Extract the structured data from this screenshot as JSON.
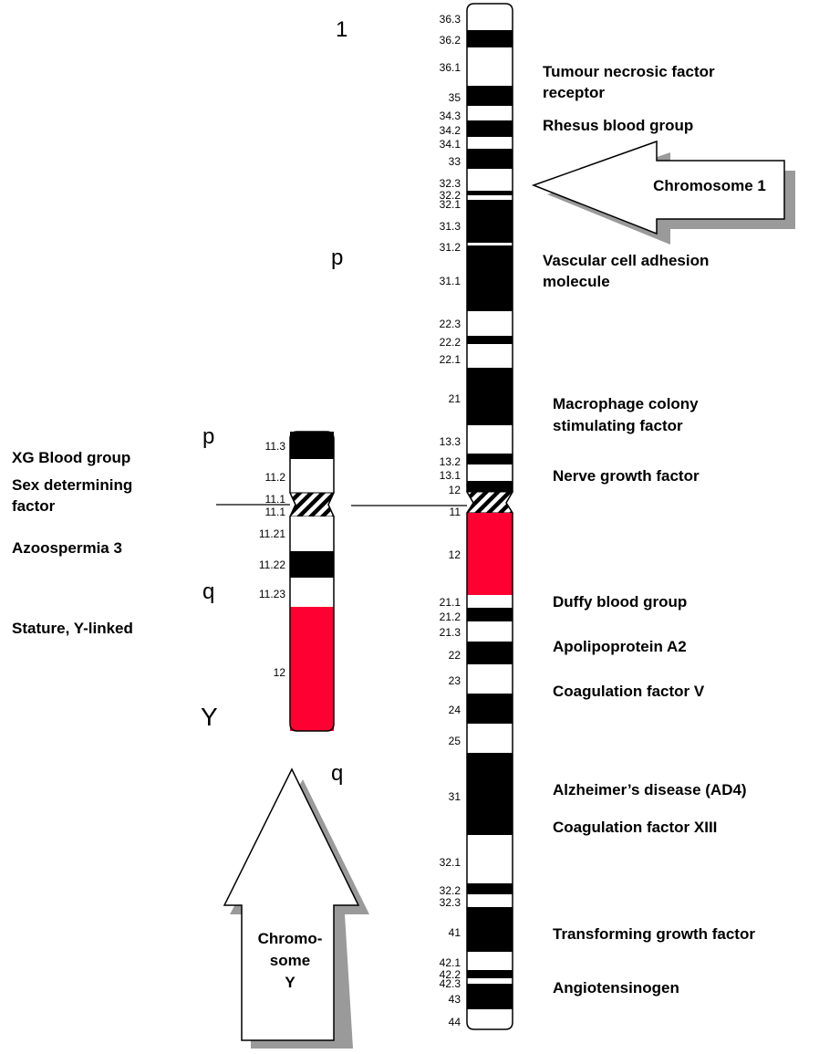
{
  "colors": {
    "dark_band": "#000000",
    "light_band": "#ffffff",
    "red_band": "#ff0033",
    "shadow": "#9a9a9a"
  },
  "chromosome_1": {
    "number_label": "1",
    "p_arm_label": "p",
    "q_arm_label": "q",
    "arrow_label": "Chromosome 1",
    "bands": [
      "36.3",
      "36.2",
      "36.1",
      "35",
      "34.3",
      "34.2",
      "34.1",
      "33",
      "32.3",
      "32.2",
      "32.1",
      "31.3",
      "31.2",
      "31.1",
      "22.3",
      "22.2",
      "22.1",
      "21",
      "13.3",
      "13.2",
      "13.1",
      "12",
      "11",
      "12",
      "21.1",
      "21.2",
      "21.3",
      "22",
      "23",
      "24",
      "25",
      "31",
      "32.1",
      "32.2",
      "32.3",
      "41",
      "42.1",
      "42.2",
      "42.3",
      "43",
      "44"
    ],
    "genes": [
      "Tumour necrosic factor",
      "receptor",
      "Rhesus blood group",
      "Vascular cell adhesion",
      "molecule",
      "Macrophage colony",
      "stimulating factor",
      "Nerve growth factor",
      "Duffy blood group",
      "Apolipoprotein A2",
      "Coagulation factor V",
      "Alzheimer’s disease (AD4)",
      "Coagulation factor XIII",
      "Transforming growth factor",
      "Angiotensinogen"
    ]
  },
  "chromosome_y": {
    "name_label": "Y",
    "p_arm_label": "p",
    "q_arm_label": "q",
    "arrow_label_lines": [
      "Chromo-",
      "some",
      "Y"
    ],
    "bands": [
      "11.3",
      "11.2",
      "11.1",
      "11.1",
      "11.21",
      "11.22",
      "11.23",
      "12"
    ],
    "genes": [
      "XG Blood group",
      "Sex determining",
      "factor",
      "Azoospermia 3",
      "Stature, Y-linked"
    ]
  }
}
